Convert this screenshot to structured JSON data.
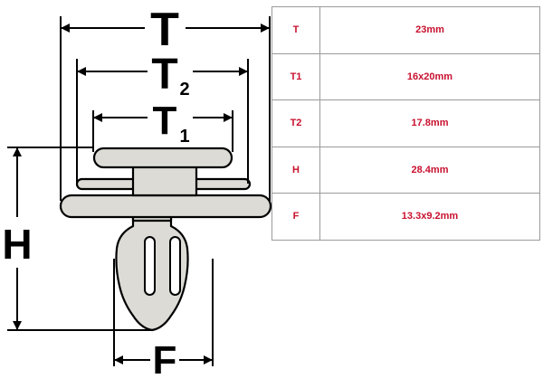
{
  "diagram": {
    "labels": {
      "t": "T",
      "t2_main": "T",
      "t2_sub": "2",
      "t1_main": "T",
      "t1_sub": "1",
      "h": "H",
      "f": "F"
    },
    "colors": {
      "part_fill": "#dcdbd5",
      "part_outline": "#000000"
    }
  },
  "specs": [
    {
      "key": "T",
      "value": "23mm"
    },
    {
      "key": "T1",
      "value": "16x20mm"
    },
    {
      "key": "T2",
      "value": "17.8mm"
    },
    {
      "key": "H",
      "value": "28.4mm"
    },
    {
      "key": "F",
      "value": "13.3x9.2mm"
    }
  ],
  "colors": {
    "table_text": "#c8102e",
    "table_border": "#9a9a9a"
  }
}
